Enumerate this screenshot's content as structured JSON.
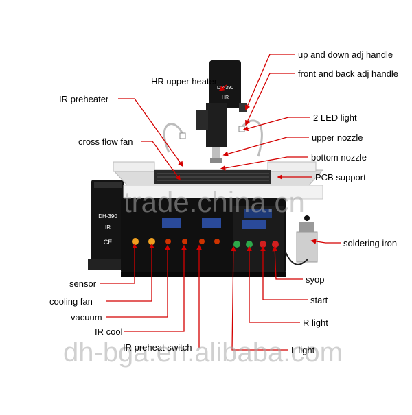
{
  "diagram": {
    "product_label": "DH-390",
    "device_print": {
      "heater_model": "DH-390",
      "heater_code": "HR",
      "preheater_model": "DH-390",
      "preheater_code": "IR",
      "preheater_mark": "CE"
    },
    "labels": {
      "up_down_handle": "up and down adj handle",
      "front_back_handle": "front and back adj handle",
      "hr_upper_heater": "HR upper heater",
      "ir_preheater": "IR preheater",
      "led_light": "2 LED light",
      "upper_nozzle": "upper nozzle",
      "cross_flow_fan": "cross flow fan",
      "bottom_nozzle": "bottom nozzle",
      "pcb_support": "PCB support",
      "soldering_iron": "soldering iron",
      "sensor": "sensor",
      "cooling_fan": "cooling fan",
      "vacuum": "vacuum",
      "ir_cool": "IR cool",
      "ir_preheat_switch": "IR preheat switch",
      "syop": "syop",
      "start": "start",
      "r_light": "R light",
      "l_light": "L light"
    },
    "watermarks": {
      "center": "trade.china.cn",
      "bottom": "dh-bga.en.alibaba.com"
    },
    "colors": {
      "arrow": "#d40000",
      "machine_body": "#111111",
      "frame": "#e4e4e4"
    }
  }
}
